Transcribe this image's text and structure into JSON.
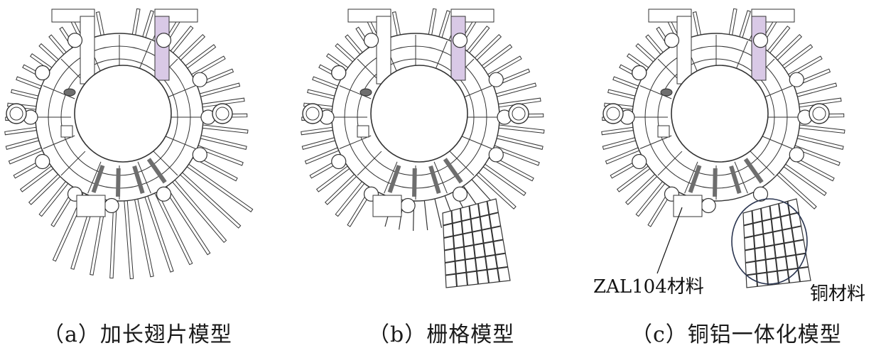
{
  "panels": [
    {
      "id": "a",
      "caption": "（a）加长翅片模型"
    },
    {
      "id": "b",
      "caption": "（b）栅格模型"
    },
    {
      "id": "c",
      "caption": "（c）铜铝一体化模型"
    }
  ],
  "annotations": {
    "zal104": "ZAL104材料",
    "copper": "铜材料"
  },
  "colors": {
    "line": "#333333",
    "fill": "#ffffff",
    "dark": "#6e6e6e",
    "lavender": "#d9c9e6",
    "ellipse": "#2a3550"
  }
}
